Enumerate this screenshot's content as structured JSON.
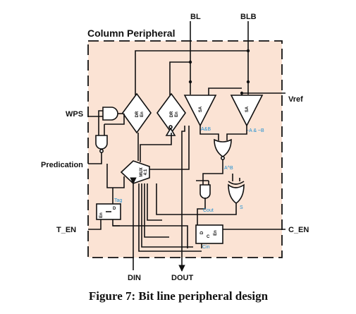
{
  "diagram": {
    "title": "Column Peripheral",
    "caption": "Figure 7: Bit line peripheral design",
    "fill_color": "#fbe3d4",
    "signals": {
      "bl": "BL",
      "blb": "BLB",
      "vref": "Vref",
      "wps": "WPS",
      "predication": "Predication",
      "t_en": "T_EN",
      "c_en": "C_EN",
      "din": "DIN",
      "dout": "DOUT"
    },
    "blocks": {
      "sa_left": "SA",
      "sa_right": "SA",
      "dr_left": "DR",
      "dr_left_en": "En",
      "dr_right": "DR",
      "dr_right_en": "En",
      "mux": "MUX",
      "mux_sub": "4:1",
      "tag_d": "D",
      "tag_en": "En",
      "c_en": "En",
      "c_d": "D",
      "c_letter": "C"
    },
    "nets": {
      "and": "A&B",
      "nor": "~A & ~B",
      "xor": "A^B",
      "tag": "Tag",
      "cout": "Cout",
      "s": "S",
      "cin": "Cin"
    }
  }
}
